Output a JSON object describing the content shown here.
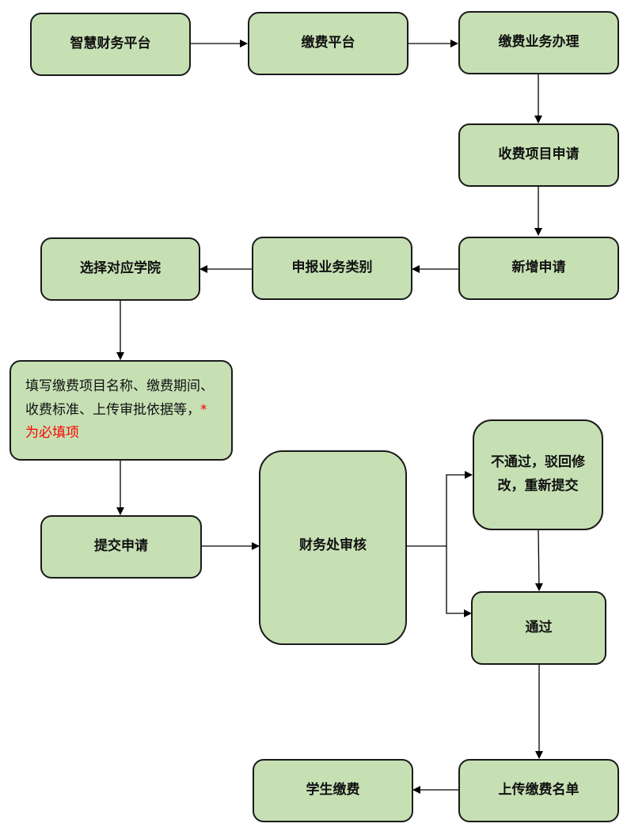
{
  "diagram": {
    "nodes": {
      "smart_finance": "智慧财务平台",
      "payment_platform": "缴费平台",
      "payment_business": "缴费业务办理",
      "fee_item_apply": "收费项目申请",
      "new_apply": "新增申请",
      "declare_category": "申报业务类别",
      "select_college": "选择对应学院",
      "fill_info": "填写缴费项目名称、缴费期间、收费标准、上传审批依据等，",
      "fill_info_required": "*为必填项",
      "submit_apply": "提交申请",
      "finance_review": "财务处审核",
      "rejected": "不通过，驳回修改，重新提交",
      "approved": "通过",
      "upload_list": "上传缴费名单",
      "student_pay": "学生缴费"
    },
    "colors": {
      "node_fill": "#c6e0b4",
      "node_border": "#1a1a1a",
      "required_text": "#ff0000"
    }
  }
}
